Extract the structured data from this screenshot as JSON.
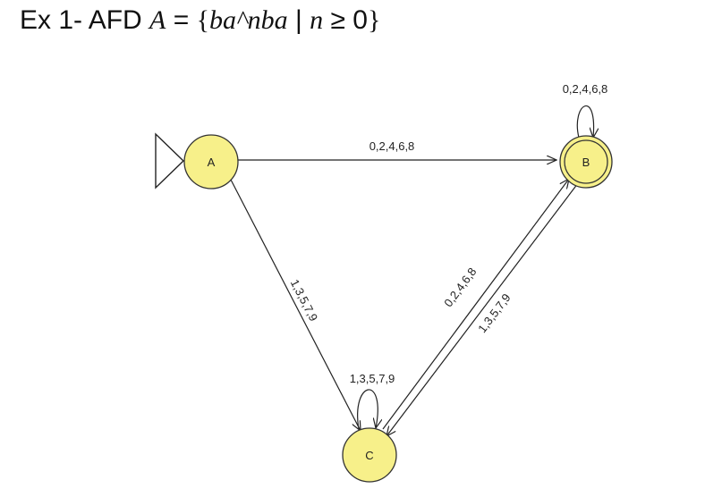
{
  "title": {
    "prefix": "Ex 1- AFD ",
    "lang_symbol": "A",
    "equals": " = ",
    "set_open": "{",
    "expr": "ba^nba",
    "sep": " | ",
    "cond_var": "n",
    "cond_op": " ≥ 0",
    "set_close": "}"
  },
  "states": {
    "a": "A",
    "b": "B",
    "c": "C"
  },
  "transitions": {
    "a_to_b": "0,2,4,6,8",
    "b_loop": "0,2,4,6,8",
    "a_to_c": "1,3,5,7,9",
    "c_loop": "1,3,5,7,9",
    "c_to_b": "0,2,4,6,8",
    "b_to_c": "1,3,5,7,9"
  },
  "colors": {
    "state_fill": "#f7f08a",
    "state_stroke": "#333333",
    "edge": "#222222"
  }
}
